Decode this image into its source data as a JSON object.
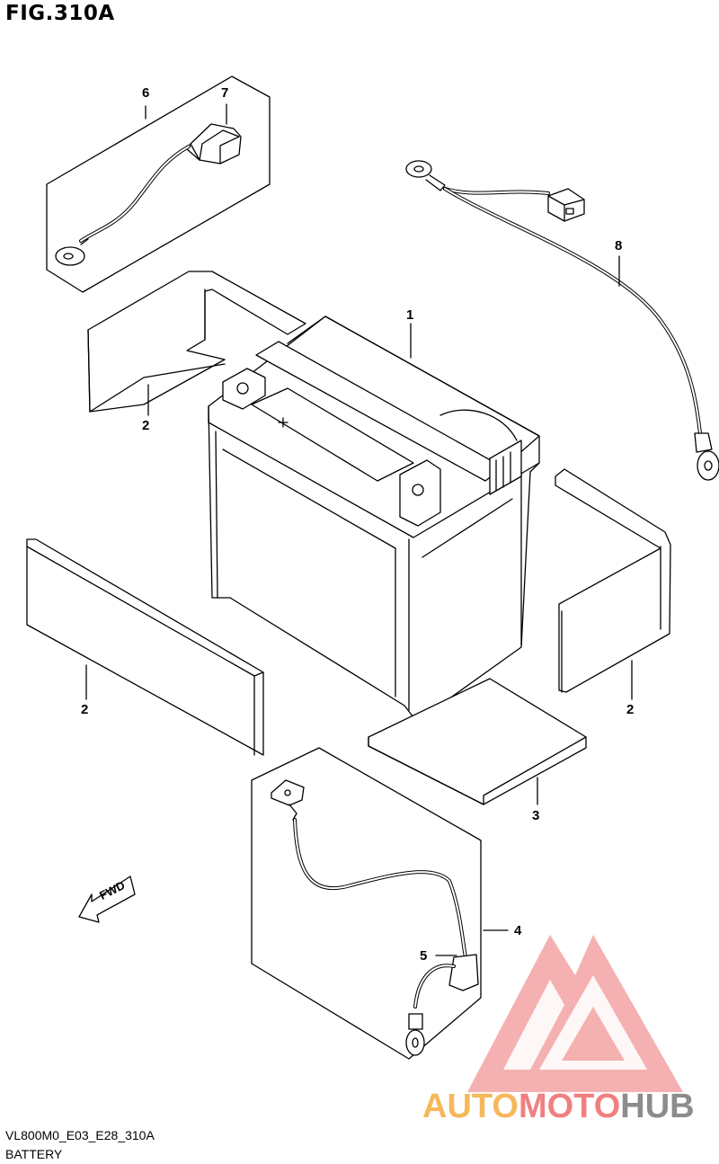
{
  "figure": {
    "title": "FIG.310A"
  },
  "callouts": {
    "c1": "1",
    "c2a": "2",
    "c2b": "2",
    "c2c": "2",
    "c3": "3",
    "c4": "4",
    "c5": "5",
    "c6": "6",
    "c7": "7",
    "c8": "8"
  },
  "fwd_label": "FWD",
  "footer": {
    "code": "VL800M0_E03_E28_310A",
    "name": "BATTERY"
  },
  "watermark": {
    "part1": "AUTO",
    "part2": "MOTO",
    "part3": "HUB"
  },
  "colors": {
    "line": "#000000",
    "panel": "#ffffff",
    "watermark_red": "#f08080",
    "watermark_orange": "#f5b85a",
    "watermark_gray": "#8c8c8c"
  }
}
